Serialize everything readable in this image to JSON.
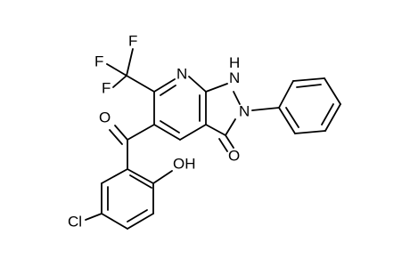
{
  "molecule": {
    "atom_labels": {
      "f_top": "F",
      "f_left": "F",
      "f_bottom": "F",
      "n_pyridine": "N",
      "nh": "NH",
      "h_on_n1": "H",
      "n_on_n1": "N",
      "n2": "N",
      "o_ketone": "O",
      "o_carbonyl_bridge": "O",
      "oh": "OH",
      "cl": "Cl"
    }
  }
}
